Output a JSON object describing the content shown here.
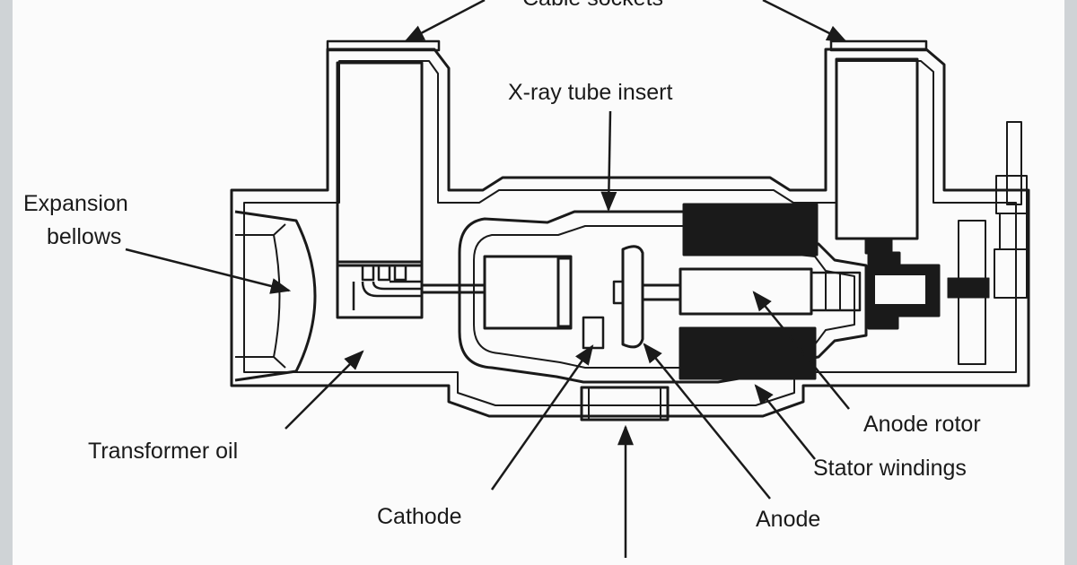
{
  "diagram": {
    "labels": {
      "cable_sockets": "Cable sockets",
      "xray_tube_insert": "X-ray tube insert",
      "expansion_line1": "Expansion",
      "expansion_line2": "bellows",
      "transformer_oil": "Transformer oil",
      "cathode": "Cathode",
      "anode": "Anode",
      "anode_rotor": "Anode rotor",
      "stator_windings": "Stator windings"
    },
    "colors": {
      "ink": "#1a1a1a",
      "paper": "#fbfbfb",
      "frame": "#cfd3d6"
    }
  }
}
